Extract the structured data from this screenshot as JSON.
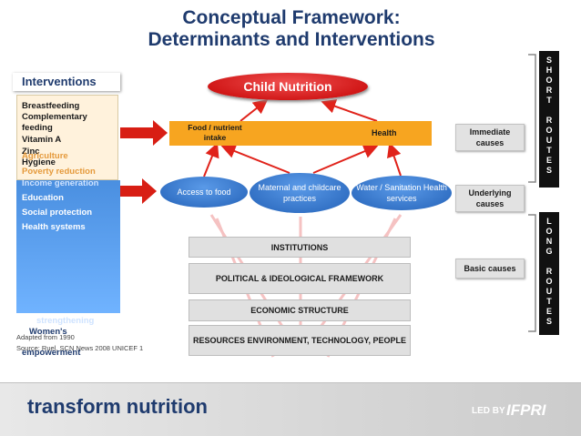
{
  "title": {
    "line1": "Conceptual Framework:",
    "line2": "Determinants and Interventions"
  },
  "interventions": {
    "header": "Interventions",
    "top_items": [
      "Breastfeeding",
      "Complementary",
      "feeding",
      "Vitamin A",
      "Zinc",
      "Hygiene"
    ],
    "top_overlay": [
      "Agriculture",
      "Poverty reduction"
    ],
    "bottom_items": [
      "Income generation",
      "Education",
      "Social protection",
      "Health systems"
    ],
    "bottom_overlay": [
      "strengthening",
      "Women's",
      "empowerment"
    ]
  },
  "outcome": {
    "label": "Child Nutrition"
  },
  "immediate": {
    "food_label": "Food / nutrient intake",
    "health_label": "Health"
  },
  "underlying": {
    "access": "Access to food",
    "maternal": "Maternal and childcare practices",
    "water": "Water / Sanitation Health services"
  },
  "basic": {
    "institutions": "INSTITUTIONS",
    "political": "POLITICAL & IDEOLOGICAL FRAMEWORK",
    "economic": "ECONOMIC STRUCTURE",
    "resources": "RESOURCES ENVIRONMENT, TECHNOLOGY, PEOPLE"
  },
  "causes": {
    "immediate": "Immediate causes",
    "underlying": "Underlying causes",
    "basic": "Basic causes"
  },
  "routes": {
    "short": [
      "S",
      "H",
      "O",
      "R",
      "T",
      "",
      "R",
      "O",
      "U",
      "T",
      "E",
      "S"
    ],
    "long": [
      "L",
      "O",
      "N",
      "G",
      "",
      "R",
      "O",
      "U",
      "T",
      "E",
      "S"
    ]
  },
  "footnote": {
    "line1": "Adapted from 1990",
    "line2": "Source: Ruel, SCN News 2008 UNICEF 1"
  },
  "footer": {
    "brand": "transform nutrition",
    "led_by": "LED BY",
    "org": "IFPRI"
  },
  "colors": {
    "title": "#1f3b6e",
    "outcome": "#d40000",
    "immediate_bar": "#f7a520",
    "underlying": "#2e6fc7",
    "arrow_red": "#e0221a"
  }
}
